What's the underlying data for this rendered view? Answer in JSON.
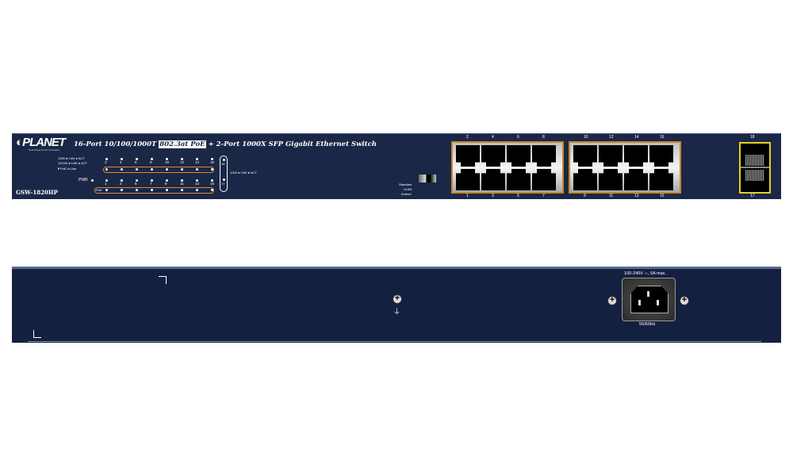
{
  "front": {
    "brand": "PLANET",
    "brand_tagline": "Networking & Communication",
    "title_pre": "16-Port 10/100/1000T ",
    "title_hl": "802.3at PoE",
    "title_post": " + 2-Port 1000X SFP Gigabit Ethernet Switch",
    "model": "GSW-1820HP",
    "legend_1000": "1000 ● LNK ● ACT",
    "legend_10100": "10/100 ● LNK ● ACT",
    "legend_poe": "▼PoE-in-Use",
    "pwr_label": "PWR",
    "poe_label": "PoE",
    "sfp_legend": "1000 ● LNK ● ACT",
    "led_top_labels": [
      "2",
      "4",
      "6",
      "8",
      "10",
      "12",
      "14",
      "16"
    ],
    "led_bottom_labels": [
      "1",
      "3",
      "5",
      "7",
      "9",
      "11",
      "13",
      "15"
    ],
    "sfp_led_labels": [
      "18",
      "17"
    ],
    "switch_labels": [
      "Standard",
      "VLAN",
      "Extend"
    ],
    "port_top_labels": [
      "2",
      "4",
      "6",
      "8",
      "10",
      "12",
      "14",
      "16"
    ],
    "port_bottom_labels": [
      "1",
      "3",
      "5",
      "7",
      "9",
      "11",
      "13",
      "15"
    ],
    "sfp_top_label": "18",
    "sfp_bottom_label": "17"
  },
  "rear": {
    "power_rating": "100-240V ∼, 5A max.",
    "frequency": "50/60Hz"
  },
  "colors": {
    "panel": "#1a2747",
    "accent": "#d98a2b",
    "sfp_border": "#e8d020"
  }
}
